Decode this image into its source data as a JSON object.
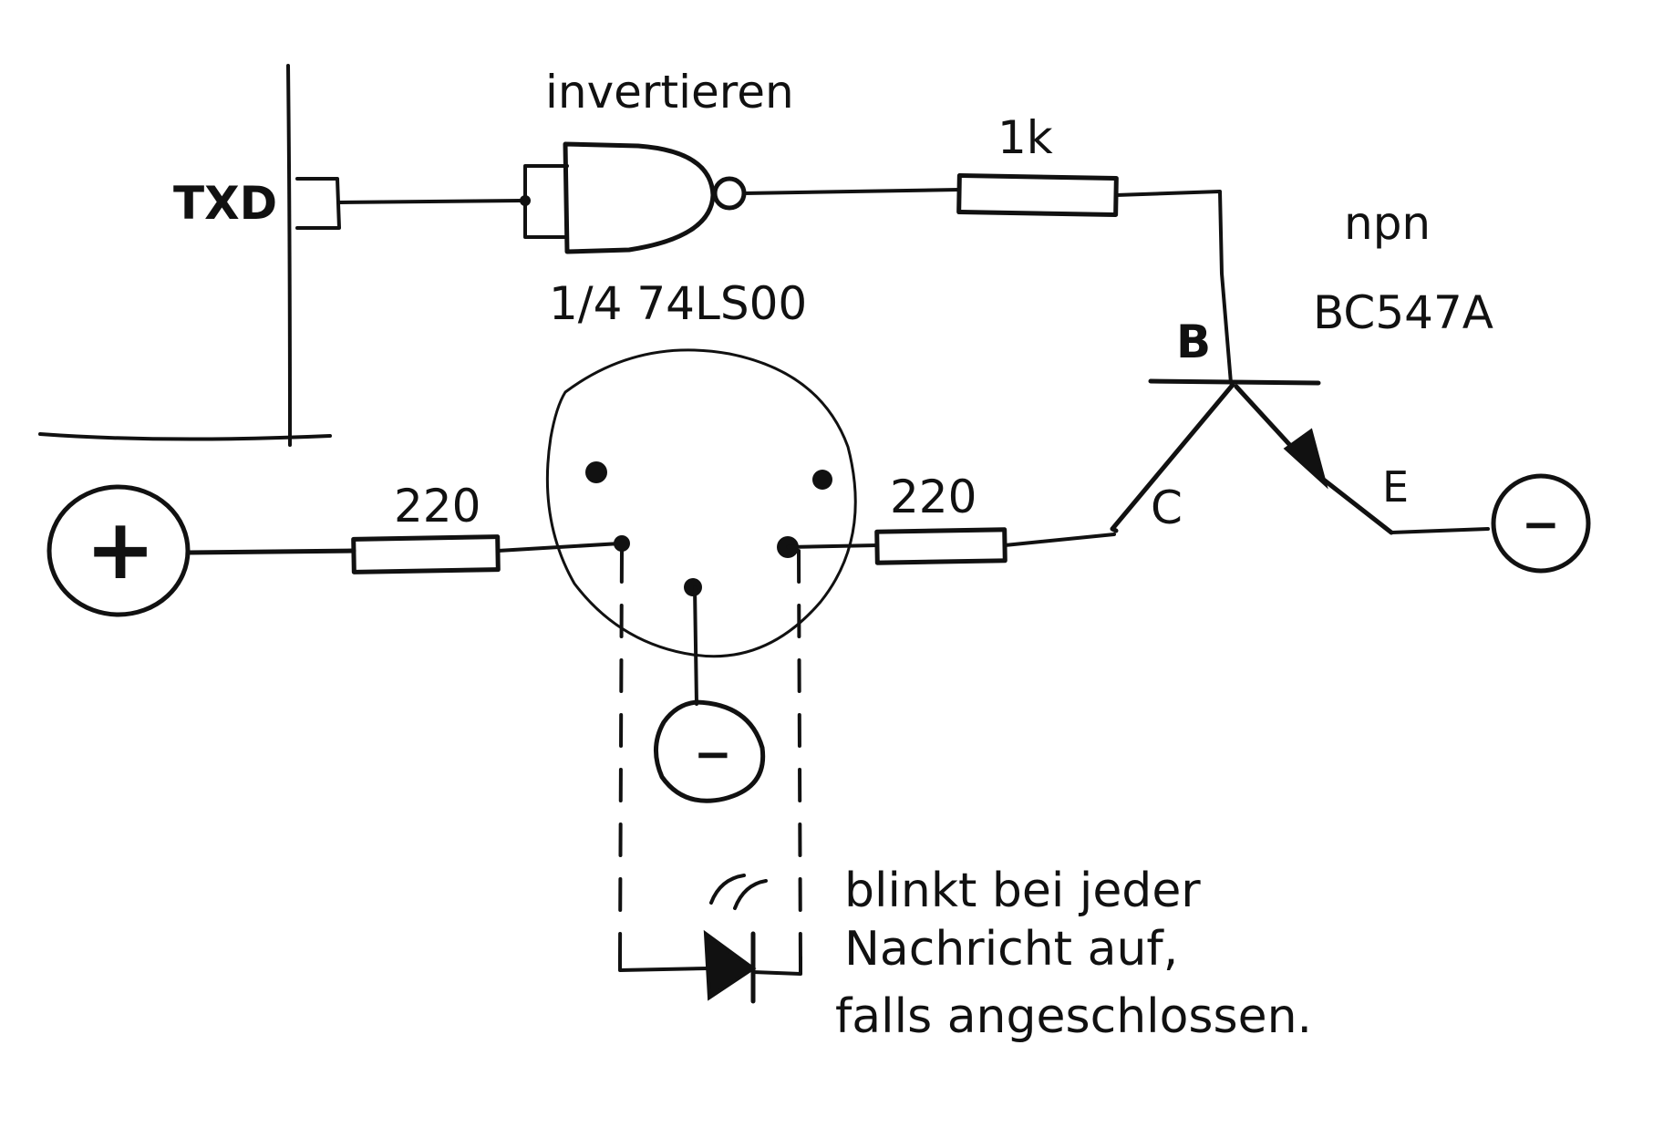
{
  "labels": {
    "txd": "TXD",
    "gate_title": "invertieren",
    "gate_part": "1/4 74LS00",
    "res_base": "1k",
    "transistor_type": "npn",
    "transistor_part": "BC547A",
    "base": "B",
    "collector": "C",
    "emitter": "E",
    "res_left": "220",
    "res_right": "220",
    "plus": "+",
    "minus": "−"
  },
  "note": {
    "line1": "blinkt bei jeder",
    "line2": "Nachricht auf,",
    "line3": "falls angeschlossen."
  },
  "colors": {
    "ink": "#111111",
    "background": "#ffffff"
  }
}
